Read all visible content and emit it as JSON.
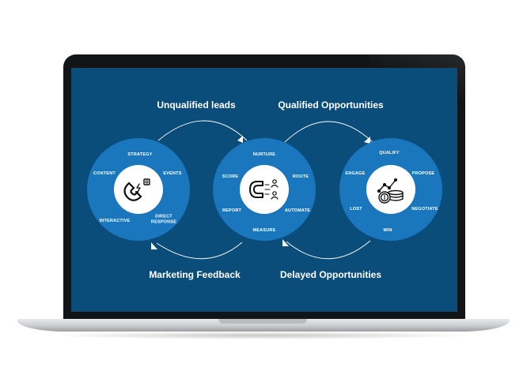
{
  "labels": {
    "unqualified": "Unqualified leads",
    "qualified": "Qualified Opportunities",
    "feedback": "Marketing Feedback",
    "delayed": "Delayed Opportunities"
  },
  "circles": [
    {
      "icon": "magnet-icon",
      "words": [
        "STRATEGY",
        "EVENTS",
        "DIRECT RESPONSE",
        "INTERACTIVE",
        "CONTENT"
      ]
    },
    {
      "icon": "magnet-people-icon",
      "words": [
        "NURTURE",
        "ROUTE",
        "AUTOMATE",
        "MEASURE",
        "REPORT",
        "SCORE"
      ]
    },
    {
      "icon": "coins-chart-icon",
      "words": [
        "QUALIFY",
        "PROPOSE",
        "NEGOTIATE",
        "WIN",
        "LOST",
        "ENGAGE"
      ]
    }
  ],
  "colors": {
    "screen": "#0a4c7a",
    "circle": "#1a77bd",
    "arrow": "#ffffff"
  }
}
